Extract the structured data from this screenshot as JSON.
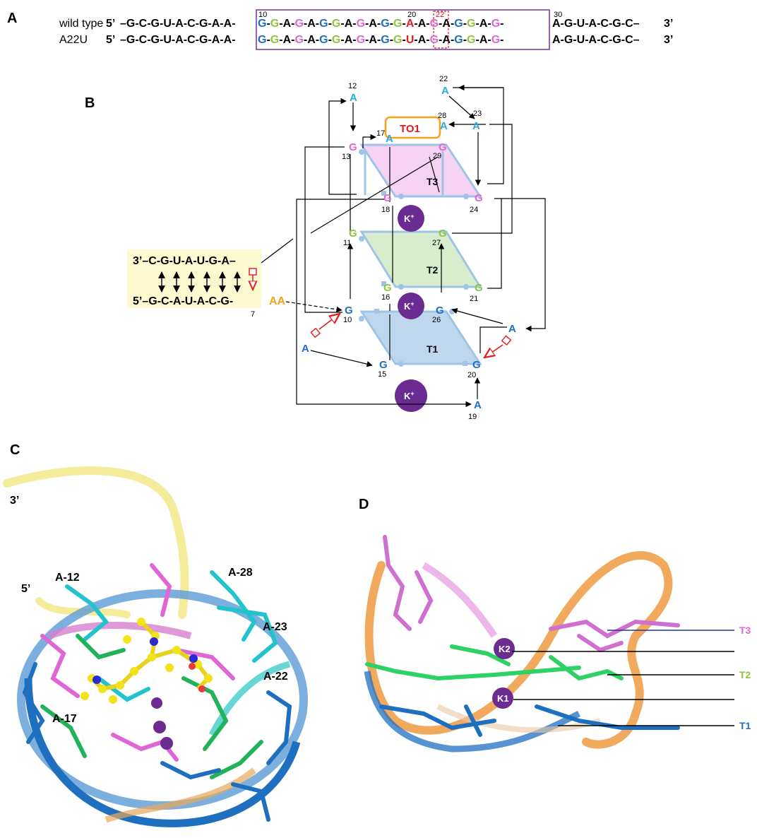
{
  "panels": {
    "a": "A",
    "b": "B",
    "c": "C",
    "d": "D"
  },
  "colors": {
    "tier1": "#1f6fc1",
    "tier2": "#8cc63f",
    "tier3": "#e066d6",
    "loopA": "#29abe2",
    "red": "#e31b1b",
    "orange": "#f7a21b",
    "purple_box": "#7b3fa6",
    "k_ion": "#6a2c91",
    "pair_bg": "#fdf9d0"
  },
  "panel_a": {
    "rows": [
      {
        "name": "wild type",
        "five": "5’",
        "three": "3’",
        "left": "–G-C-G-U-A-C-G-A-A-",
        "core": [
          "G",
          "G",
          "A",
          "G",
          "A",
          "G",
          "G",
          "A",
          "G",
          "A",
          "G",
          "G"
        ],
        "mut": "A",
        "right_core": [
          "A",
          "G",
          "A",
          "G",
          "G",
          "A",
          "G"
        ],
        "tail": "A-G-U-A-C-G-C–"
      },
      {
        "name": "A22U",
        "five": "5’",
        "three": "3’",
        "left": "–G-C-G-U-A-C-G-A-A-",
        "core": [
          "G",
          "G",
          "A",
          "G",
          "A",
          "G",
          "G",
          "A",
          "G",
          "A",
          "G",
          "G"
        ],
        "mut": "U",
        "right_core": [
          "A",
          "G",
          "A",
          "G",
          "G",
          "A",
          "G"
        ],
        "tail": "A-G-U-A-C-G-C–"
      }
    ],
    "position_labels": [
      "10",
      "20",
      "22",
      "30"
    ]
  },
  "panel_b": {
    "stem_top": "3’–C-G-U-A-U-G-A–",
    "stem_bottom": "5’–G-C-A-U-A-C-G-",
    "stem_aa": "AA",
    "stem_num": "7",
    "ligand": "TO1",
    "ions": [
      "K+",
      "K+",
      "K+"
    ],
    "tiers": [
      "T3",
      "T2",
      "T1"
    ],
    "nucleotides": [
      {
        "base": "A",
        "num": "12"
      },
      {
        "base": "A",
        "num": "22"
      },
      {
        "base": "A",
        "num": "23"
      },
      {
        "base": "A",
        "num": "17"
      },
      {
        "base": "A",
        "num": "28"
      },
      {
        "base": "G",
        "num": "13"
      },
      {
        "base": "G",
        "num": "29"
      },
      {
        "base": "G",
        "num": "18"
      },
      {
        "base": "G",
        "num": "24"
      },
      {
        "base": "G",
        "num": "11"
      },
      {
        "base": "G",
        "num": "27"
      },
      {
        "base": "G",
        "num": "16"
      },
      {
        "base": "G",
        "num": "21"
      },
      {
        "base": "G",
        "num": "10"
      },
      {
        "base": "G",
        "num": "26"
      },
      {
        "base": "G",
        "num": "15"
      },
      {
        "base": "G",
        "num": "20"
      },
      {
        "base": "A",
        "num": ""
      },
      {
        "base": "A",
        "num": ""
      },
      {
        "base": "A",
        "num": "19"
      }
    ]
  },
  "panel_c": {
    "labels": [
      "3’",
      "5’",
      "A-12",
      "A-28",
      "A-23",
      "A-22",
      "A-17"
    ]
  },
  "panel_d": {
    "ions": [
      "K2",
      "K1"
    ],
    "tiers": [
      "T3",
      "T2",
      "T1"
    ]
  }
}
